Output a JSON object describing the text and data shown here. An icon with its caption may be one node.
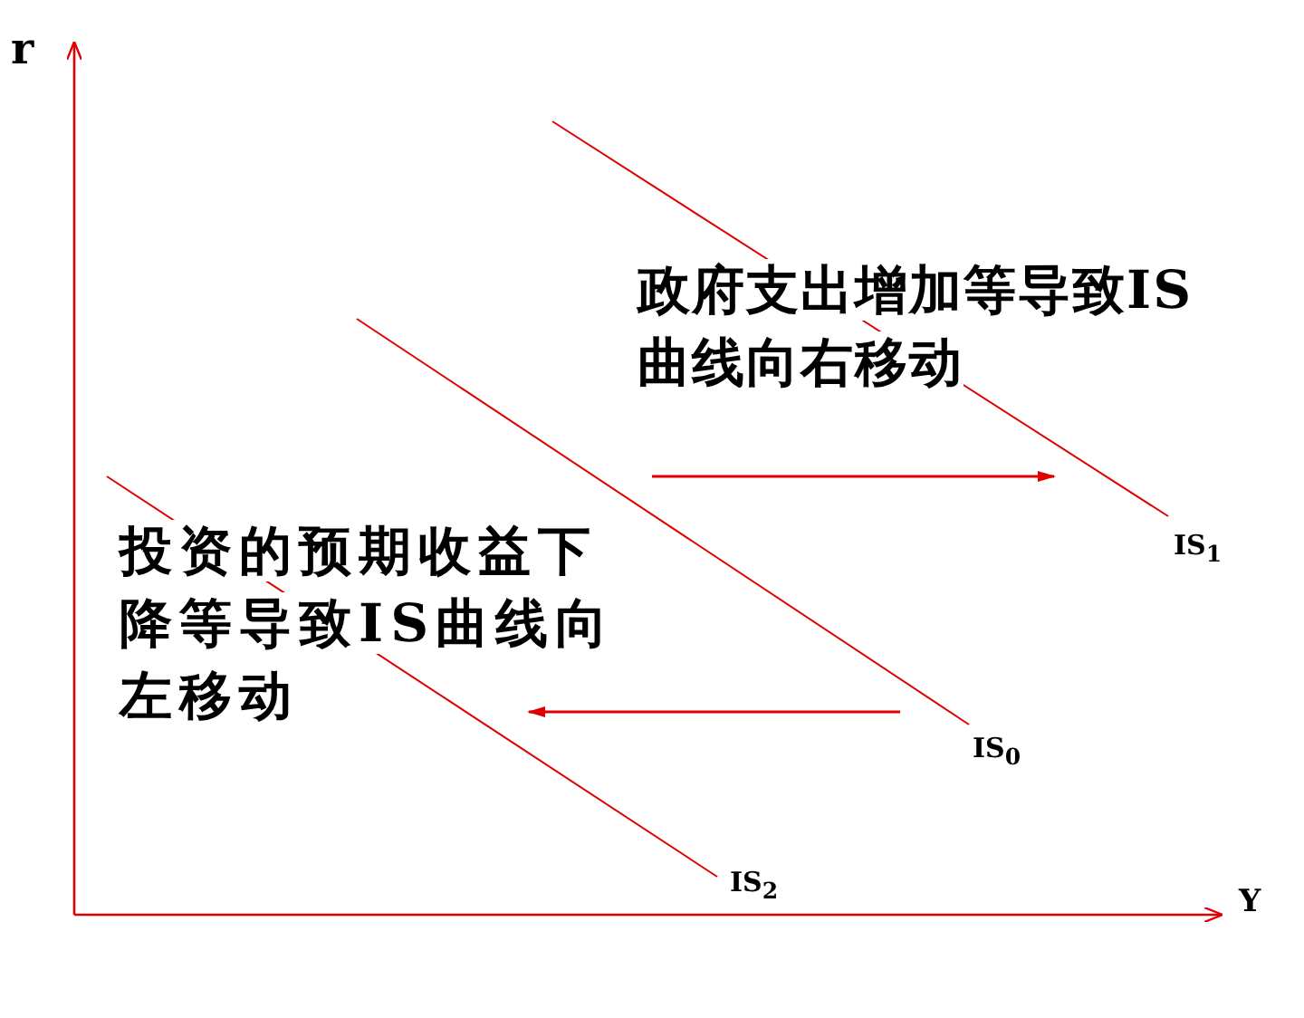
{
  "diagram": {
    "labels": [
      "r",
      "政府支出增加等导致IS曲线向右移动",
      "IS$_{1}$",
      "投资的预期收益下降等导致IS曲线向左移动",
      "IS$_{0}$",
      "IS$_{2}$",
      "Y"
    ]
  }
}
